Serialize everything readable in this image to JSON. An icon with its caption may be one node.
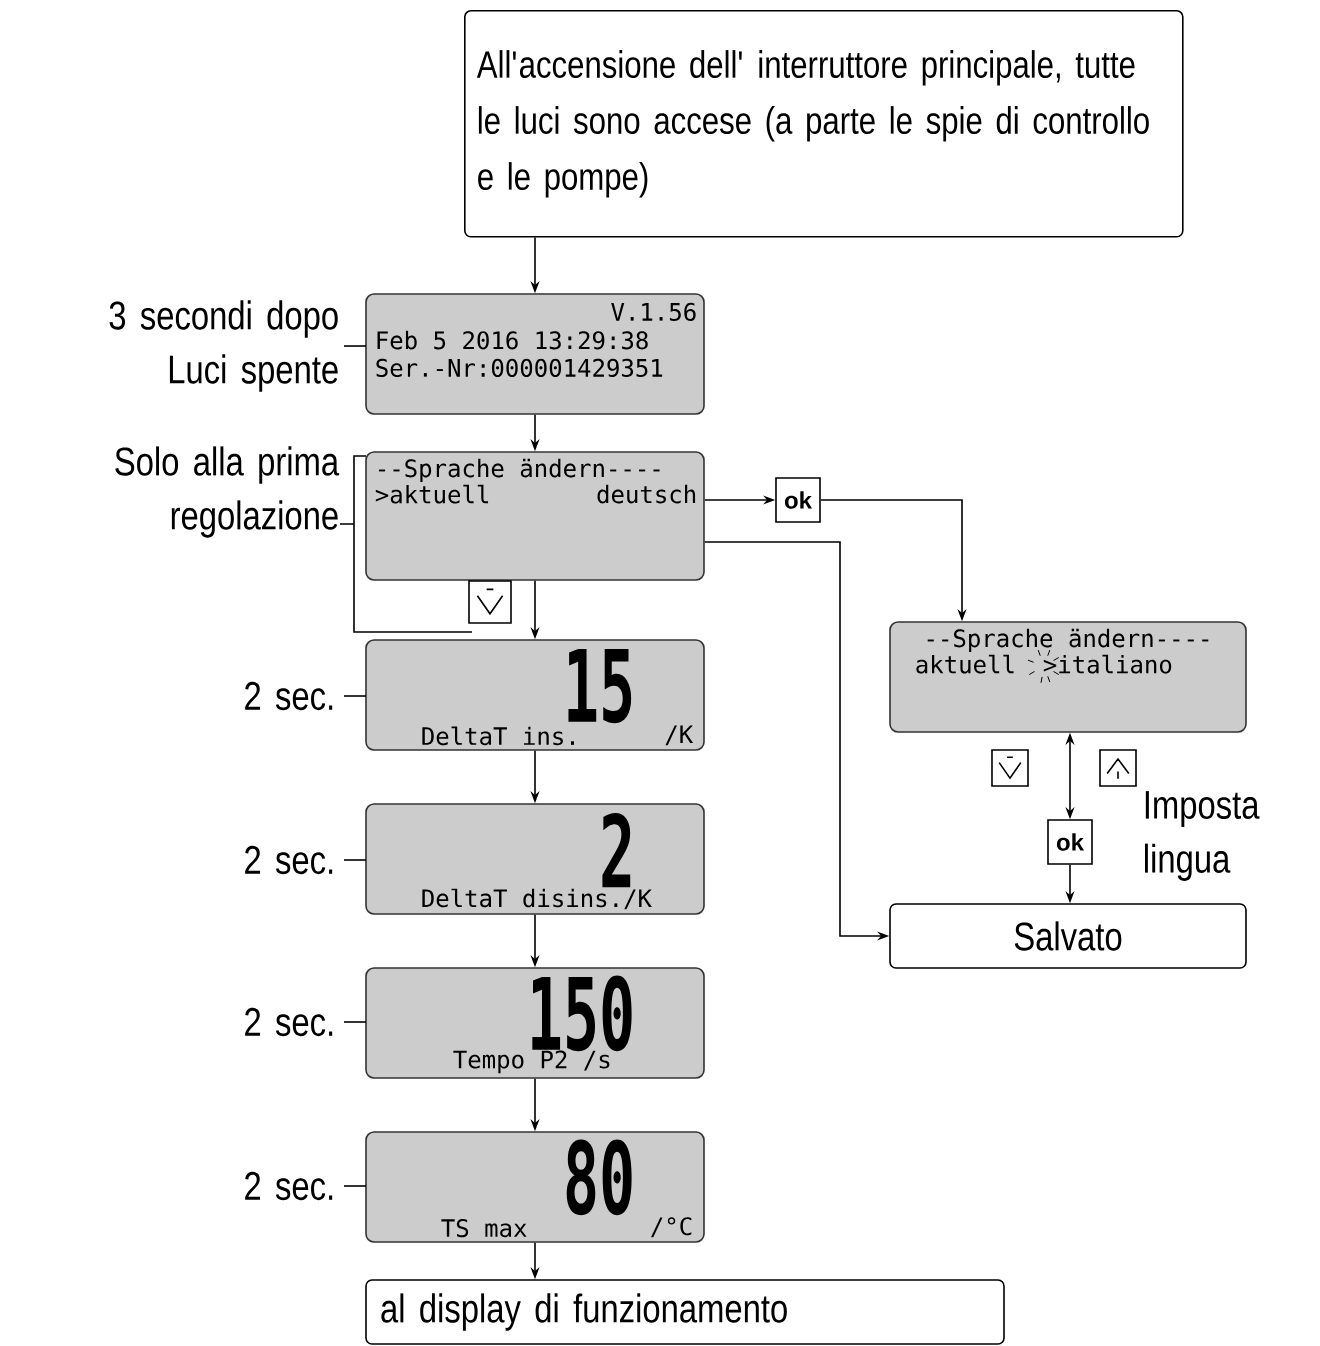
{
  "diagram": {
    "nodes": [
      {
        "text": [
          "All'accensione dell' interruttore principale, tutte le luci sono accese (a parte le spie di controllo e le pompe)"
        ]
      },
      {
        "text": [
          "V.1.56",
          "Feb 5 2016 13:29:38",
          "Ser.-Nr:000001429351"
        ],
        "beside": [
          "3 secondi dopo Luci spente"
        ]
      },
      {
        "text": [
          "--Sprache ändern----",
          ">aktuell",
          "deutsch"
        ],
        "beside": [
          "Solo alla prima regolazione"
        ]
      },
      {
        "text": [
          "ok"
        ]
      },
      {
        "text": [
          "--Sprache ändern----",
          "aktuell",
          ">italiano"
        ]
      },
      {
        "text": [
          "ok"
        ]
      },
      {
        "text": [
          "Salvato"
        ]
      },
      {
        "text": [
          "15",
          "DeltaT ins.",
          "/K"
        ],
        "beside": [
          "2 sec."
        ]
      },
      {
        "text": [
          "2",
          "DeltaT disins./K"
        ],
        "beside": [
          "2 sec."
        ]
      },
      {
        "text": [
          "150",
          "Tempo P2 /s"
        ],
        "beside": [
          "2 sec."
        ]
      },
      {
        "text": [
          "80",
          "TS max",
          "/°C"
        ],
        "beside": [
          "2 sec."
        ]
      },
      {
        "text": [
          "al display di funzionamento"
        ]
      }
    ],
    "edges": [
      {
        "from": 0,
        "to": 1,
        "arrow": "to"
      },
      {
        "from": 1,
        "to": 2,
        "arrow": "to"
      },
      {
        "from": 2,
        "to": 3,
        "arrow": "to"
      },
      {
        "from": 3,
        "to": 4,
        "arrow": "to"
      },
      {
        "from": 4,
        "to": 5,
        "arrow": "both"
      },
      {
        "from": 5,
        "to": 6,
        "arrow": "to"
      },
      {
        "from": 2,
        "to": 6,
        "arrow": "to"
      },
      {
        "from": 2,
        "to": 7,
        "arrow": "to"
      },
      {
        "from": 7,
        "to": 8,
        "arrow": "to"
      },
      {
        "from": 8,
        "to": 9,
        "arrow": "to"
      },
      {
        "from": 9,
        "to": 10,
        "arrow": "to"
      },
      {
        "from": 10,
        "to": 11,
        "arrow": "to"
      }
    ],
    "labels": [
      "Imposta lingua"
    ]
  }
}
